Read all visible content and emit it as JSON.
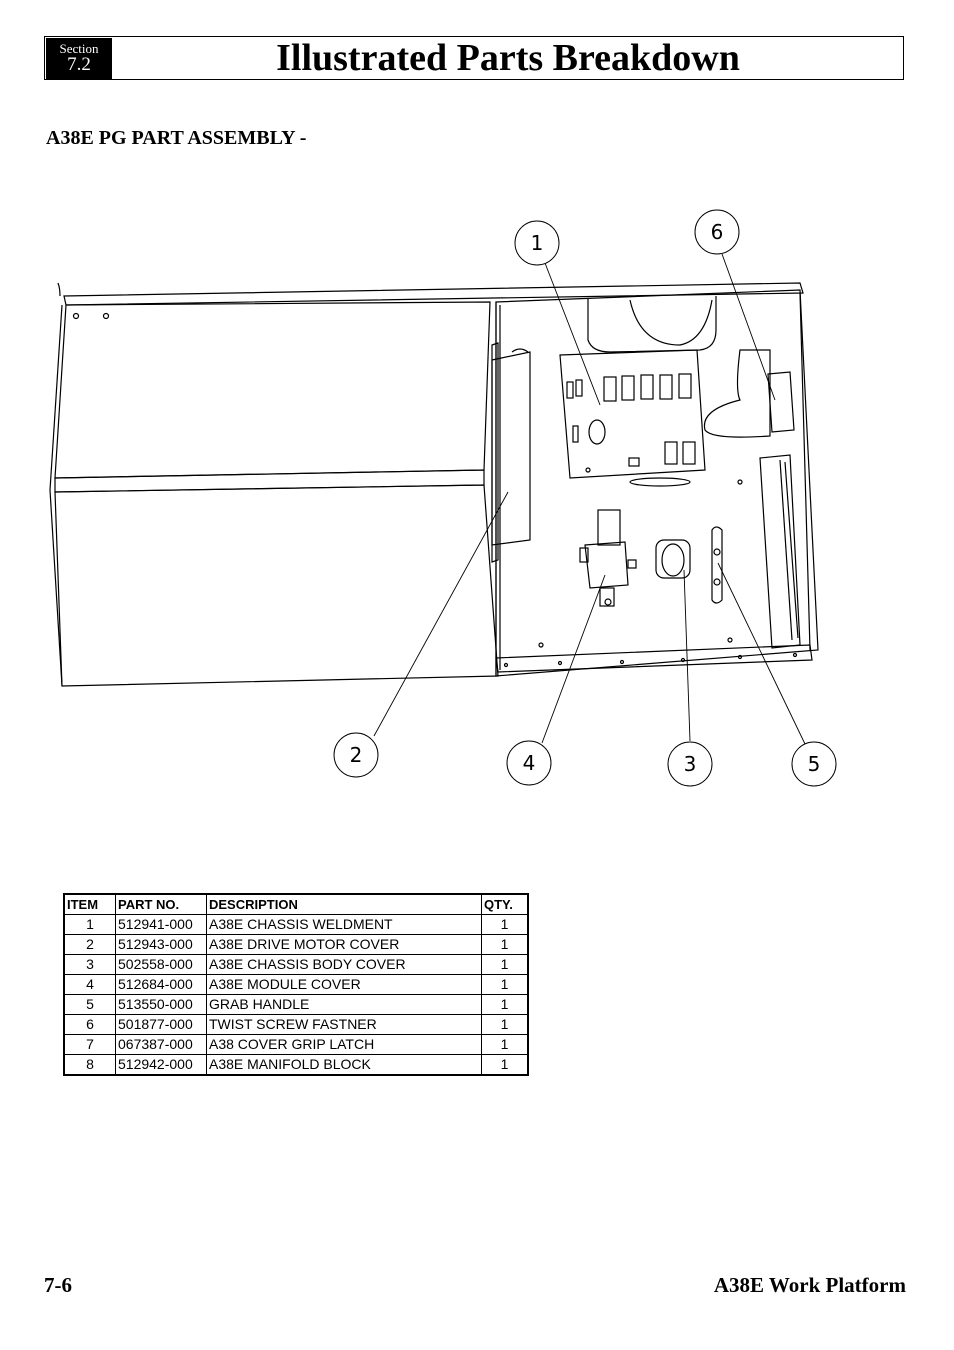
{
  "header": {
    "section_label": "Section",
    "section_number": "7.2",
    "title": "Illustrated Parts Breakdown"
  },
  "subtitle": "A38E PG PART ASSEMBLY -",
  "callouts": [
    "1",
    "6",
    "2",
    "4",
    "3",
    "5"
  ],
  "table": {
    "headers": [
      "ITEM",
      "PART NO.",
      "DESCRIPTION",
      "QTY."
    ],
    "rows": [
      [
        "1",
        "512941-000",
        "A38E CHASSIS WELDMENT",
        "1"
      ],
      [
        "2",
        "512943-000",
        "A38E DRIVE MOTOR COVER",
        "1"
      ],
      [
        "3",
        "502558-000",
        "A38E CHASSIS BODY COVER",
        "1"
      ],
      [
        "4",
        "512684-000",
        "A38E MODULE COVER",
        "1"
      ],
      [
        "5",
        "513550-000",
        "GRAB HANDLE",
        "1"
      ],
      [
        "6",
        "501877-000",
        "TWIST SCREW FASTNER",
        "1"
      ],
      [
        "7",
        "067387-000",
        "A38 COVER GRIP LATCH",
        "1"
      ],
      [
        "8",
        "512942-000",
        "A38E MANIFOLD BLOCK",
        "1"
      ]
    ]
  },
  "footer": {
    "page_number": "7-6",
    "product": "A38E Work Platform"
  }
}
